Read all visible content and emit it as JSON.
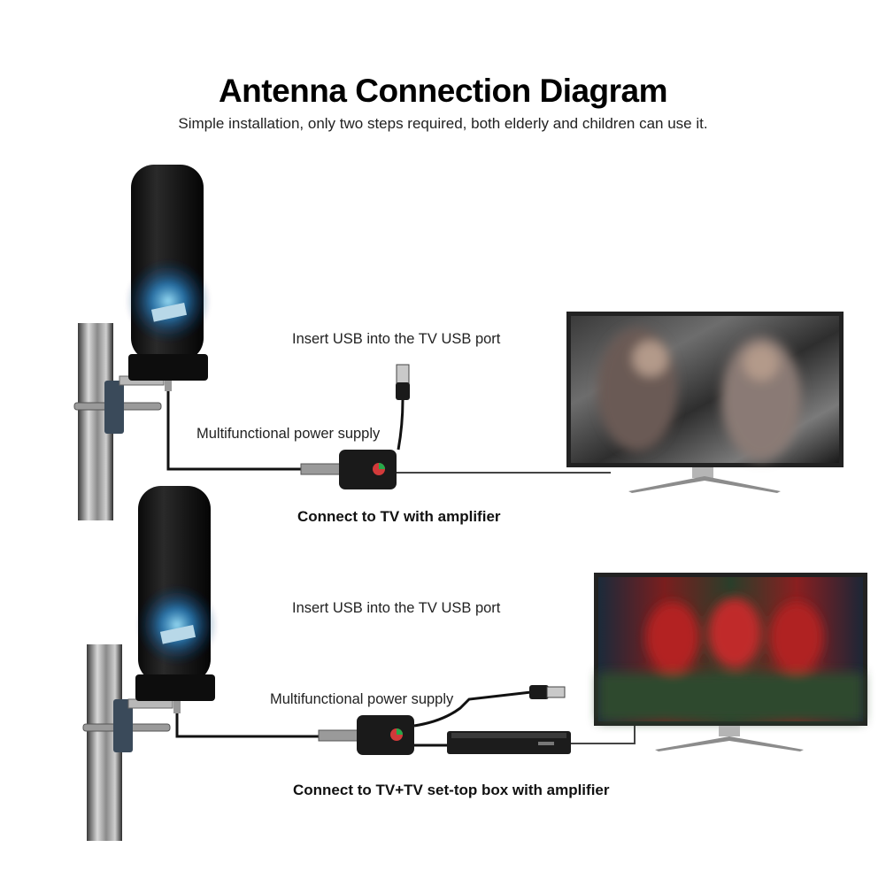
{
  "header": {
    "title": "Antenna Connection Diagram",
    "subtitle": "Simple installation, only two steps required, both elderly and children can use it."
  },
  "diagram_top": {
    "usb_label": "Insert USB into the TV USB port",
    "power_label": "Multifunctional power supply",
    "caption": "Connect to TV with amplifier"
  },
  "diagram_bottom": {
    "usb_label": "Insert USB into the TV USB port",
    "power_label": "Multifunctional power supply",
    "caption": "Connect to TV+TV set-top box with amplifier"
  }
}
